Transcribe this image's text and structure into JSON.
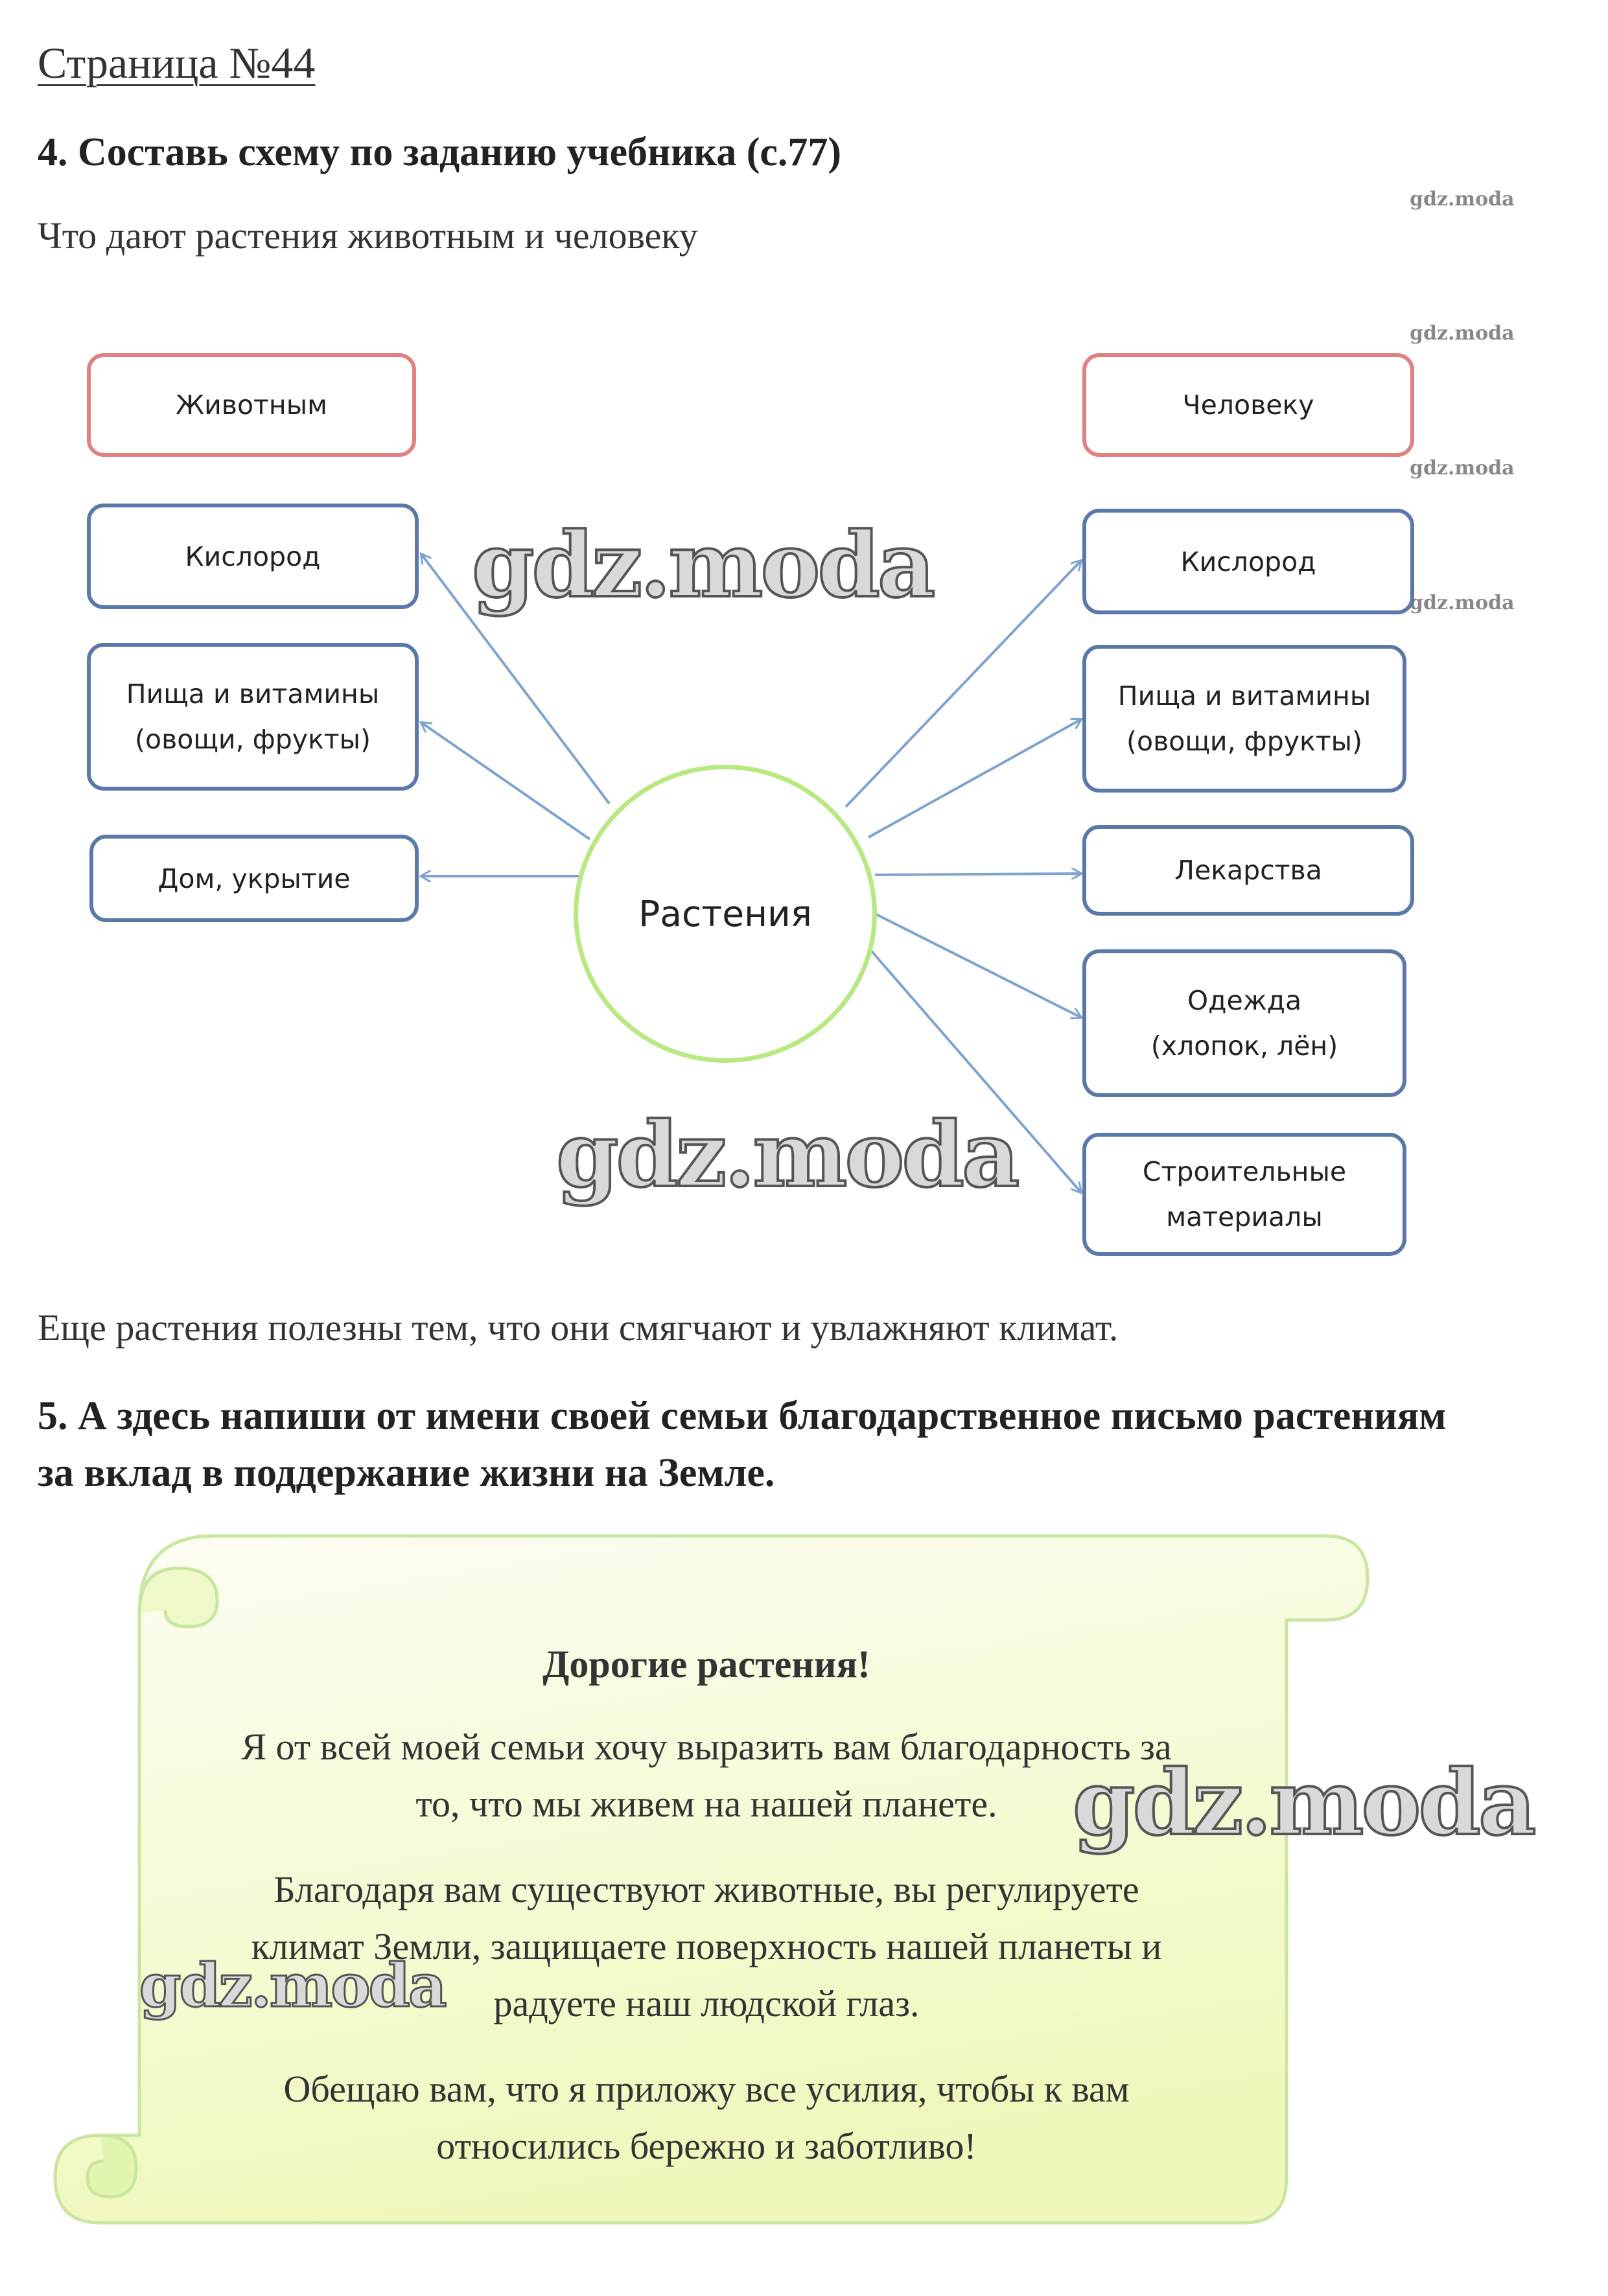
{
  "page_title": "Страница №44",
  "task4": {
    "heading": "4. Составь схему по заданию учебника (с.77)",
    "subtitle": "Что дают растения животным и человеку"
  },
  "diagram": {
    "center": "Растения",
    "left": {
      "header": "Животным",
      "items": [
        [
          "Кислород"
        ],
        [
          "Пища и витамины",
          "(овощи, фрукты)"
        ],
        [
          "Дом, укрытие"
        ]
      ]
    },
    "right": {
      "header": "Человеку",
      "items": [
        [
          "Кислород"
        ],
        [
          "Пища и витамины",
          "(овощи, фрукты)"
        ],
        [
          "Лекарства"
        ],
        [
          "Одежда",
          "(хлопок, лён)"
        ],
        [
          "Строительные",
          "материалы"
        ]
      ]
    },
    "colors": {
      "box_border": "#5b79a8",
      "header_border": "#e08080",
      "circle": "#b8e880",
      "arrow": "#7ea3d0"
    }
  },
  "climate_note": "Еще растения полезны тем, что они смягчают и увлажняют климат.",
  "task5": {
    "heading_line1": "5. А здесь напиши от имени своей семьи благодарственное письмо растениям",
    "heading_line2": "за вклад в поддержание жизни на Земле."
  },
  "letter": {
    "greeting": "Дорогие растения!",
    "p1_l1": "Я от всей моей семьи хочу выразить вам благодарность за",
    "p1_l2": "то, что мы живем на нашей планете.",
    "p2_l1": "Благодаря вам существуют животные, вы регулируете",
    "p2_l2": "климат Земли, защищаете поверхность нашей планеты и",
    "p2_l3": "радуете наш людской глаз.",
    "p3_l1": "Обещаю вам, что я приложу все усилия, чтобы к вам",
    "p3_l2": "относились бережно и заботливо!",
    "colors": {
      "scroll_fill_top": "#fcfdf3",
      "scroll_fill_bottom": "#f0f8c0",
      "scroll_border": "#c8e6a0"
    }
  },
  "watermarks": {
    "text": "gdz.moda"
  }
}
